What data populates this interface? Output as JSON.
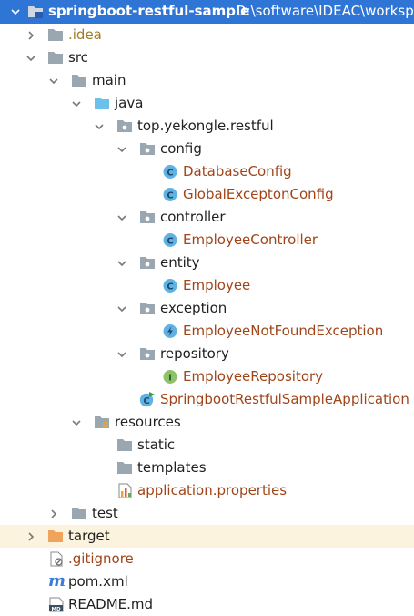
{
  "project": {
    "name": "springboot-restful-sample",
    "path": "D:\\software\\IDEAC\\workspa"
  },
  "tree": {
    "idea": ".idea",
    "src": "src",
    "main": "main",
    "java": "java",
    "package": "top.yekongle.restful",
    "config": "config",
    "database_config": "DatabaseConfig",
    "global_exception_config": "GlobalExceptonConfig",
    "controller": "controller",
    "employee_controller": "EmployeeController",
    "entity": "entity",
    "employee": "Employee",
    "exception": "exception",
    "employee_not_found_exception": "EmployeeNotFoundException",
    "repository": "repository",
    "employee_repository": "EmployeeRepository",
    "application_class": "SpringbootRestfulSampleApplication",
    "resources": "resources",
    "static": "static",
    "templates": "templates",
    "application_properties": "application.properties",
    "test": "test",
    "target": "target",
    "gitignore": ".gitignore",
    "pom": "pom.xml",
    "readme": "README.md"
  },
  "colors": {
    "selection": "#2f75d6",
    "target_highlight": "#fcf3de",
    "class_text": "#a0451a",
    "folder_grey": "#9aa7b0",
    "folder_blue": "#6cc0ec",
    "folder_orange": "#f0a35c",
    "class_icon": "#5fb2e3"
  }
}
